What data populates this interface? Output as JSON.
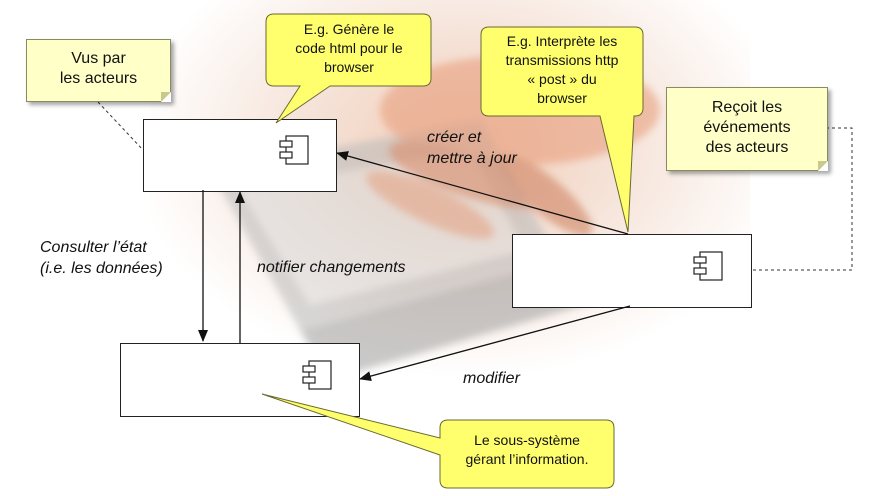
{
  "notes": {
    "actors_view": "Vus par\nles acteurs",
    "receives_events": "Reçoit les\névénements\ndes acteurs"
  },
  "callouts": {
    "generate_html": "E.g. Génère le\ncode html pour le\nbrowser",
    "interpret_http": "E.g. Interprète les\ntransmissions http\n« post » du\nbrowser",
    "subsystem": "Le sous-système\ngérant l’information."
  },
  "arrows": {
    "create_update": "créer et\nmettre à jour",
    "query_state": "Consulter l’état\n(i.e. les données)",
    "notify_changes": "notifier changements",
    "modify": "modifier"
  },
  "colors": {
    "note_fill": "#ffffc8",
    "callout_fill": "#ffff6e",
    "stroke": "#222222"
  }
}
